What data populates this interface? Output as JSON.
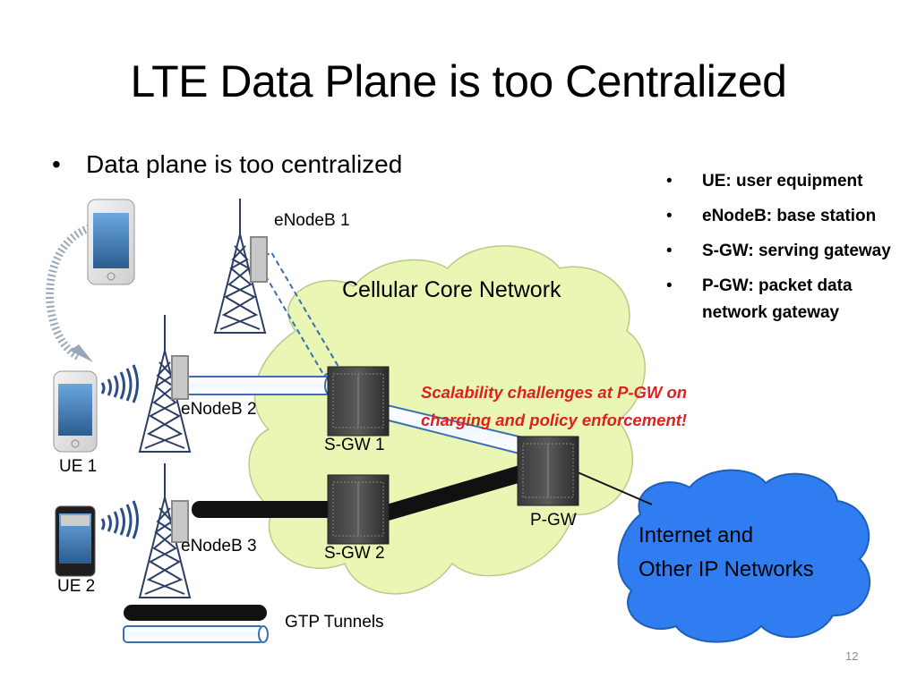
{
  "slide": {
    "title": "LTE Data Plane is too Centralized",
    "bullet": "Data plane is too centralized",
    "page_number": "12"
  },
  "legend": [
    "UE: user equipment",
    "eNodeB: base station",
    "S-GW: serving gateway",
    "P-GW: packet data network gateway"
  ],
  "diagram": {
    "cloud_core_label": "Cellular Core Network",
    "internet_label_line1": "Internet and",
    "internet_label_line2": "Other IP Networks",
    "enodeb1": "eNodeB 1",
    "enodeb2": "eNodeB 2",
    "enodeb3": "eNodeB 3",
    "sgw1": "S-GW 1",
    "sgw2": "S-GW 2",
    "pgw": "P-GW",
    "ue1": "UE 1",
    "ue2": "UE 2",
    "gtp": "GTP Tunnels",
    "warning_line1": "Scalability challenges at P-GW on",
    "warning_line2": "charging and policy enforcement!"
  },
  "colors": {
    "core_cloud_fill": "#eaf7b4",
    "internet_cloud_fill": "#2f7df0",
    "tunnel_outline": "#3a6fb5",
    "warning": "#e0201c"
  }
}
